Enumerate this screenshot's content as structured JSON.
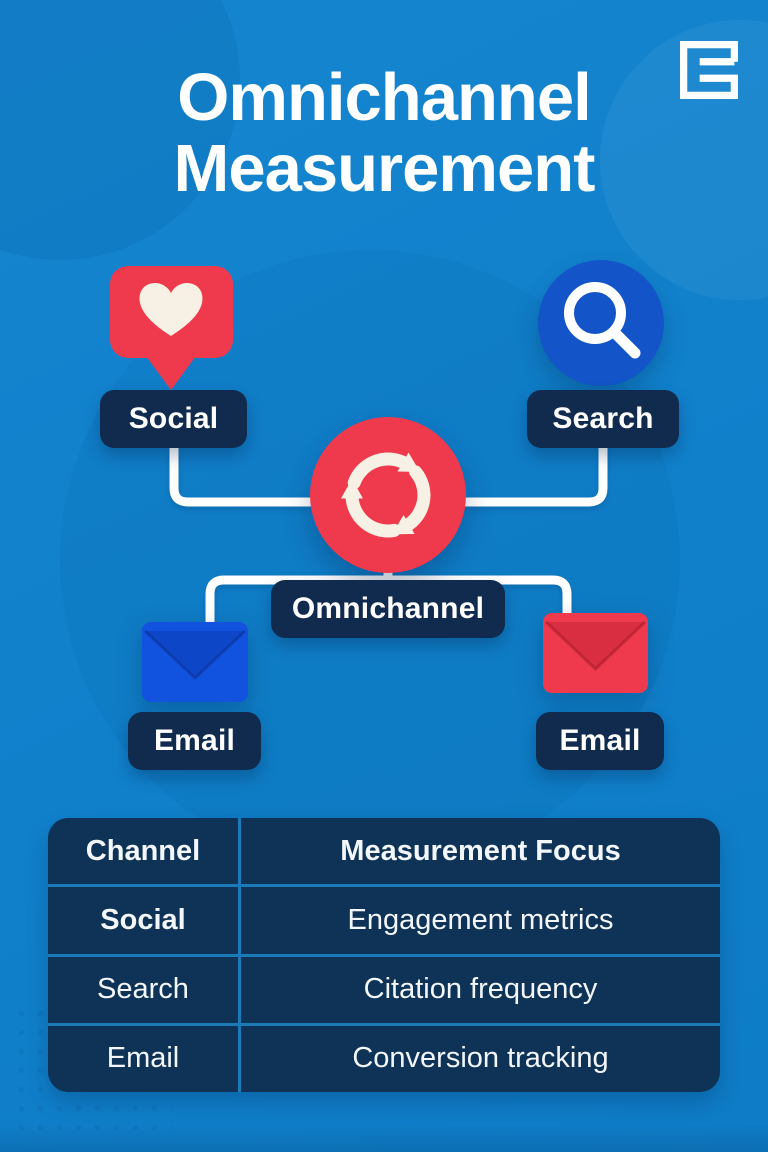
{
  "header": {
    "title_line1": "Omnichannel",
    "title_line2": "Measurement"
  },
  "logo": {
    "icon": "e-frame-logo-icon"
  },
  "diagram": {
    "social": {
      "label": "Social",
      "icon": "heart-like-bubble-icon"
    },
    "search": {
      "label": "Search",
      "icon": "magnifier-circle-icon"
    },
    "omnichannel": {
      "label": "Omnichannel",
      "icon": "cycle-arrows-icon"
    },
    "email_left": {
      "label": "Email",
      "icon": "envelope-blue-icon"
    },
    "email_right": {
      "label": "Email",
      "icon": "envelope-red-icon"
    }
  },
  "table": {
    "headers": [
      "Channel",
      "Measurement Focus"
    ],
    "rows": [
      [
        "Social",
        "Engagement metrics"
      ],
      [
        "Search",
        "Citation frequency"
      ],
      [
        "Email",
        "Conversion tracking"
      ]
    ]
  },
  "colors": {
    "background_blue": "#1181cc",
    "accent_red": "#ee3a4c",
    "accent_blue": "#1355c9",
    "envelope_blue": "#1153de",
    "envelope_blue_flap": "#0d47c8",
    "envelope_red_flap": "#d92e41",
    "label_navy": "#112b4e",
    "table_navy": "#0e3357",
    "table_divider": "#1d7ab8",
    "cream": "#f7f0e4",
    "white": "#ffffff"
  }
}
